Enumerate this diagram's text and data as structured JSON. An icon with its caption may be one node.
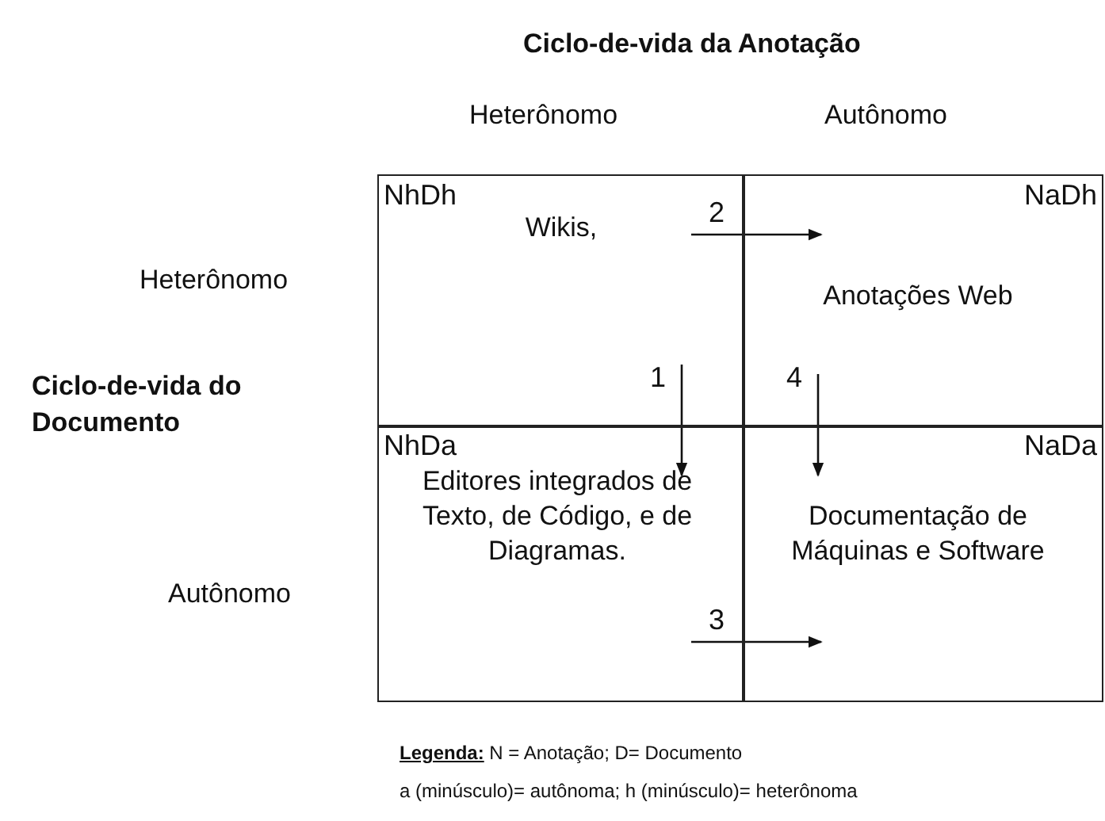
{
  "diagram": {
    "nodes": [
      {
        "text": [
          "NhDh",
          "Wikis,"
        ]
      },
      {
        "text": [
          "NaDh",
          "Anotações Web"
        ]
      },
      {
        "text": [
          "NhDa",
          "Editores integrados de Texto, de Código, e de Diagramas."
        ]
      },
      {
        "text": [
          "NaDa",
          "Documentação de Máquinas e Software"
        ]
      }
    ],
    "edges": [
      {
        "from": 0,
        "to": 1,
        "arrow": "to",
        "label": "2"
      },
      {
        "from": 0,
        "to": 2,
        "arrow": "to",
        "label": "1"
      },
      {
        "from": 1,
        "to": 3,
        "arrow": "to",
        "label": "4"
      },
      {
        "from": 2,
        "to": 3,
        "arrow": "to",
        "label": "3"
      }
    ],
    "labels": [
      "Ciclo-de-vida da Anotação",
      "Heterônomo",
      "Autônomo",
      "Heterônomo",
      "Ciclo-de-vida do Documento",
      "Autônomo",
      "**Legenda:** N = Anotação; D= Documento",
      "a (minúsculo)= autônoma; h (minúsculo)= heterônoma"
    ]
  }
}
